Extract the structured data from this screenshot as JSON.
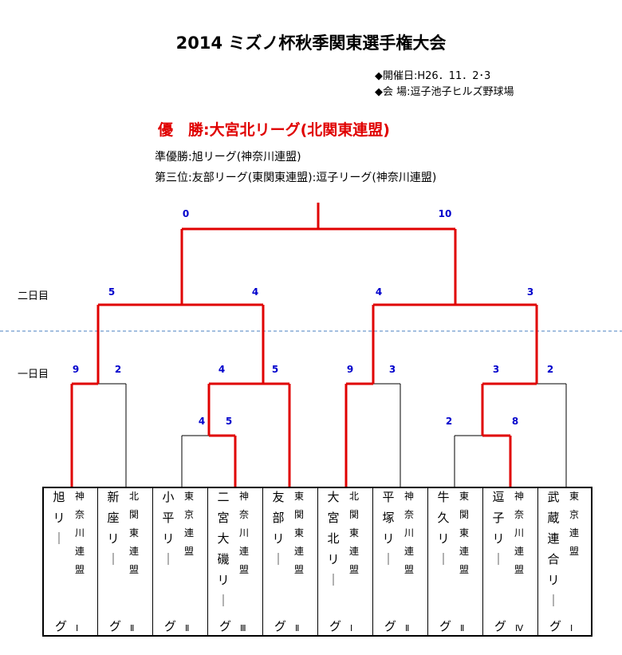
{
  "title": "2014 ミズノ杯秋季関東選手権大会",
  "info": {
    "date": "◆開催日:H26．11．2･3",
    "venue": "◆会 場:逗子池子ヒルズ野球場"
  },
  "results": {
    "winner": "優　勝:大宮北リーグ(北関東連盟)",
    "runner_up": "準優勝:旭リーグ(神奈川連盟)",
    "third": "第三位:友部リーグ(東関東連盟):逗子リーグ(神奈川連盟)"
  },
  "days": {
    "day2": "二日目",
    "day1": "一日目"
  },
  "colors": {
    "win": "#e00000",
    "line": "#000000",
    "score": "#0000cc",
    "divider": "#4a7fc0"
  },
  "teams": [
    {
      "name": "旭リーグ",
      "league": "神奈川連盟",
      "group": "Ⅰ"
    },
    {
      "name": "新座リーグ",
      "league": "北関東連盟",
      "group": "Ⅱ"
    },
    {
      "name": "小平リーグ",
      "league": "東京連盟",
      "group": "Ⅱ"
    },
    {
      "name": "二宮大磯リーグ",
      "league": "神奈川連盟",
      "group": "Ⅲ"
    },
    {
      "name": "友部リーグ",
      "league": "東関東連盟",
      "group": "Ⅱ"
    },
    {
      "name": "大宮北リーグ",
      "league": "北関東連盟",
      "group": "Ⅰ"
    },
    {
      "name": "平塚リーグ",
      "league": "神奈川連盟",
      "group": "Ⅱ"
    },
    {
      "name": "牛久リーグ",
      "league": "東関東連盟",
      "group": "Ⅱ"
    },
    {
      "name": "逗子リーグ",
      "league": "神奈川連盟",
      "group": "Ⅳ"
    },
    {
      "name": "武蔵連合リーグ",
      "league": "東京連盟",
      "group": "Ⅰ"
    }
  ],
  "scores": {
    "final": [
      "0",
      "10"
    ],
    "semi1": [
      "5",
      "4"
    ],
    "semi2": [
      "4",
      "3"
    ],
    "qf1": [
      "9",
      "2"
    ],
    "qf2": [
      "4",
      "5"
    ],
    "qf3": [
      "9",
      "3"
    ],
    "qf4": [
      "3",
      "2"
    ],
    "r1a": [
      "4",
      "5"
    ],
    "r1b": [
      "2",
      "8"
    ]
  }
}
